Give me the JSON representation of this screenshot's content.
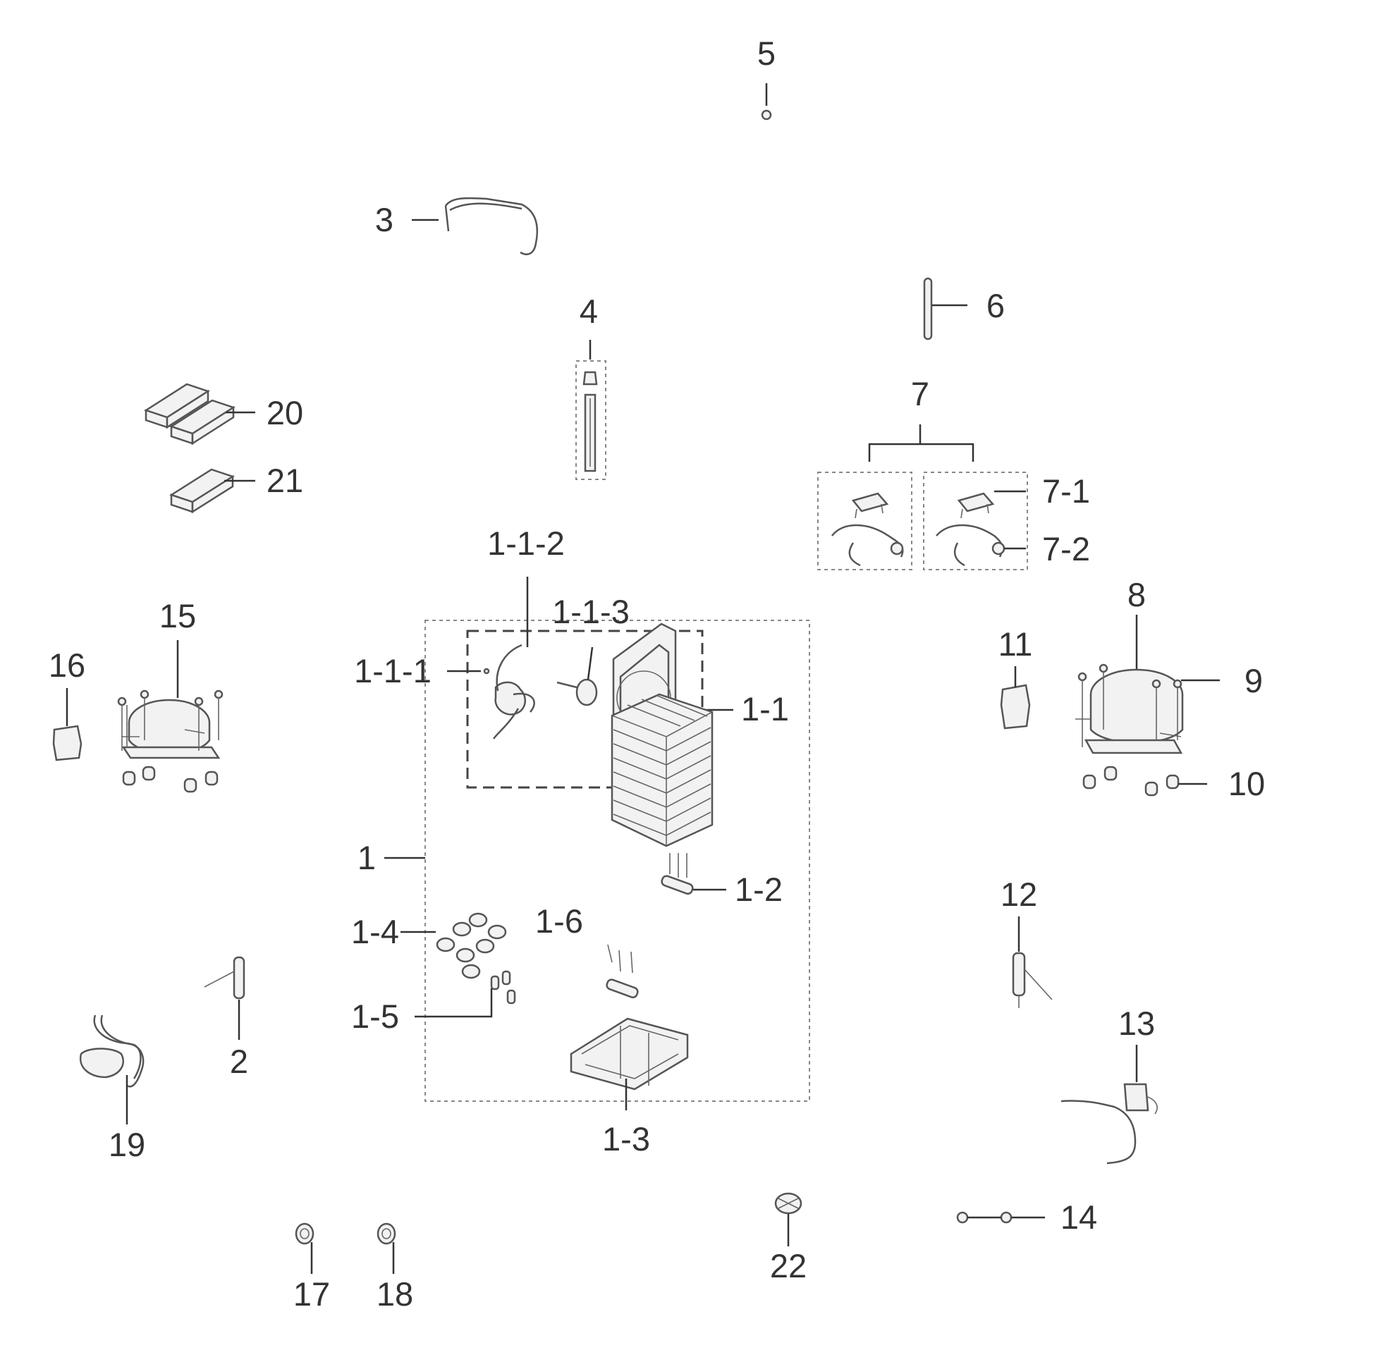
{
  "labels": {
    "p1": "1",
    "p1_1": "1-1",
    "p1_1_1": "1-1-1",
    "p1_1_2": "1-1-2",
    "p1_1_3": "1-1-3",
    "p1_2": "1-2",
    "p1_3": "1-3",
    "p1_4": "1-4",
    "p1_5": "1-5",
    "p1_6": "1-6",
    "p2": "2",
    "p3": "3",
    "p4": "4",
    "p5": "5",
    "p6": "6",
    "p7": "7",
    "p7_1": "7-1",
    "p7_2": "7-2",
    "p8": "8",
    "p9": "9",
    "p10": "10",
    "p11": "11",
    "p12": "12",
    "p13": "13",
    "p14": "14",
    "p15": "15",
    "p16": "16",
    "p17": "17",
    "p18": "18",
    "p19": "19",
    "p20": "20",
    "p21": "21",
    "p22": "22"
  }
}
